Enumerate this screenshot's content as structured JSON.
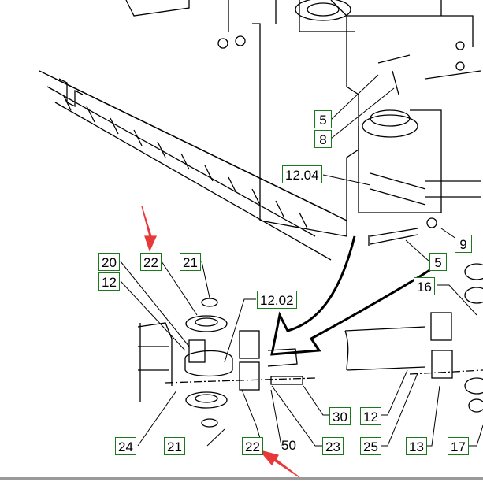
{
  "callouts": [
    "5",
    "8",
    "12.04",
    "9",
    "5",
    "20",
    "22",
    "21",
    "12",
    "12.02",
    "16",
    "24",
    "21",
    "22",
    "23",
    "30",
    "12",
    "25",
    "13",
    "17"
  ],
  "plain_callouts": [
    "50"
  ],
  "colors": {
    "callout_border": "#1a7a1a",
    "arrow": "#e8393a"
  }
}
